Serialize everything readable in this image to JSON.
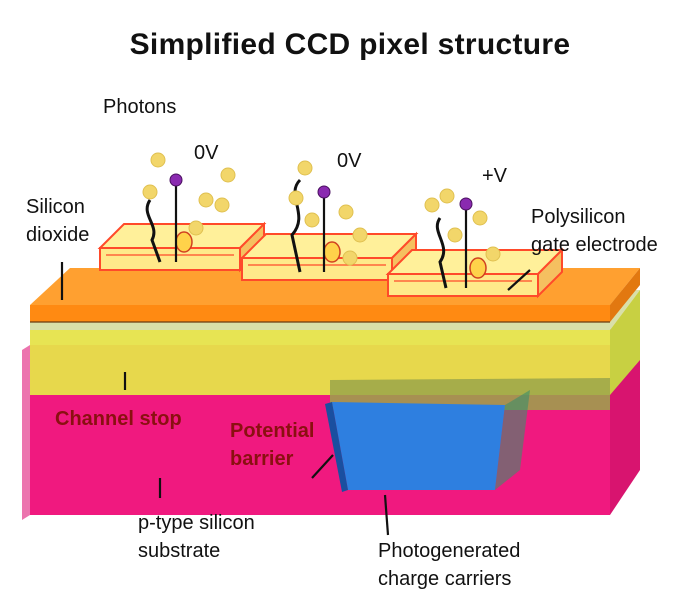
{
  "title": "Simplified CCD pixel structure",
  "labels": {
    "photons": "Photons",
    "v1": "0V",
    "v2": "0V",
    "v3": "+V",
    "silicon_dioxide_line1": "Silicon",
    "silicon_dioxide_line2": "dioxide",
    "polysilicon_line1": "Polysilicon",
    "polysilicon_line2": "gate electrode",
    "channel_stop": "Channel stop",
    "potential_line1": "Potential",
    "potential_line2": "barrier",
    "substrate_line1": "p-type silicon",
    "substrate_line2": "substrate",
    "carriers_line1": "Photogenerated",
    "carriers_line2": "charge carriers"
  },
  "colors": {
    "substrate": "#f0197f",
    "oxide": "#ff8a12",
    "channel": "#e6e34a",
    "gate": "#fff09a",
    "gate_border": "#ff4a2a",
    "well": "#2e7fe0",
    "photon": "#f2d66a",
    "terminal": "#8a2ab0"
  }
}
